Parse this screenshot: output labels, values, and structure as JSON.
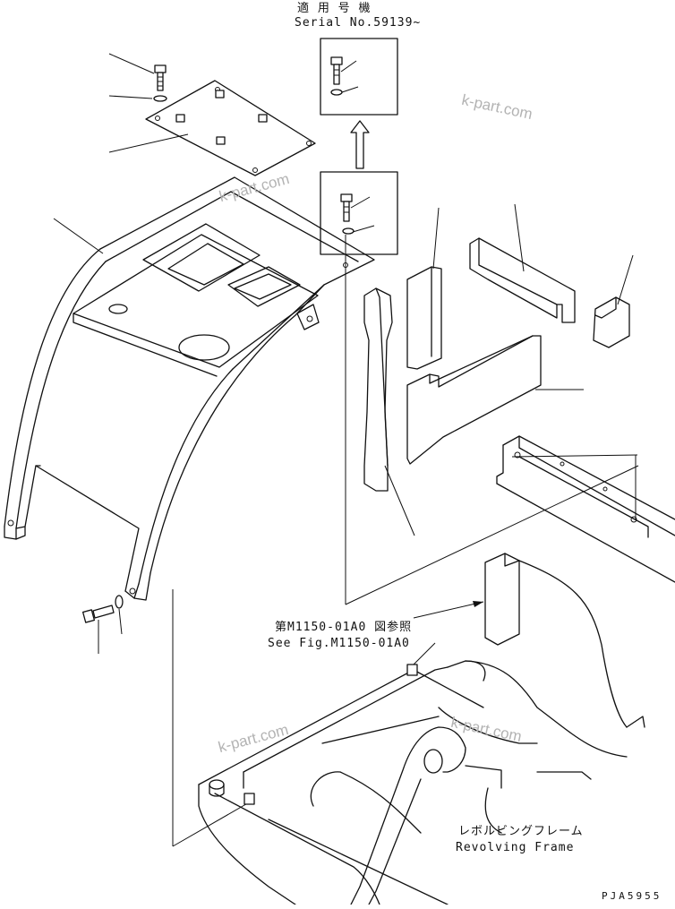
{
  "labels": {
    "serial_jp": "適 用 号 機",
    "serial_en": "Serial No.59139~",
    "ref_jp": "第M1150-01A0 図参照",
    "ref_en": "See Fig.M1150-01A0",
    "frame_jp": "レボルビングフレーム",
    "frame_en": "Revolving Frame",
    "drawing_no": "PJA5955"
  },
  "watermarks": [
    "k-part.com",
    "k-part.com",
    "k-part.com",
    "k-part.com"
  ],
  "colors": {
    "line": "#111111",
    "watermark": "#b3b3b3",
    "background": "#ffffff"
  }
}
